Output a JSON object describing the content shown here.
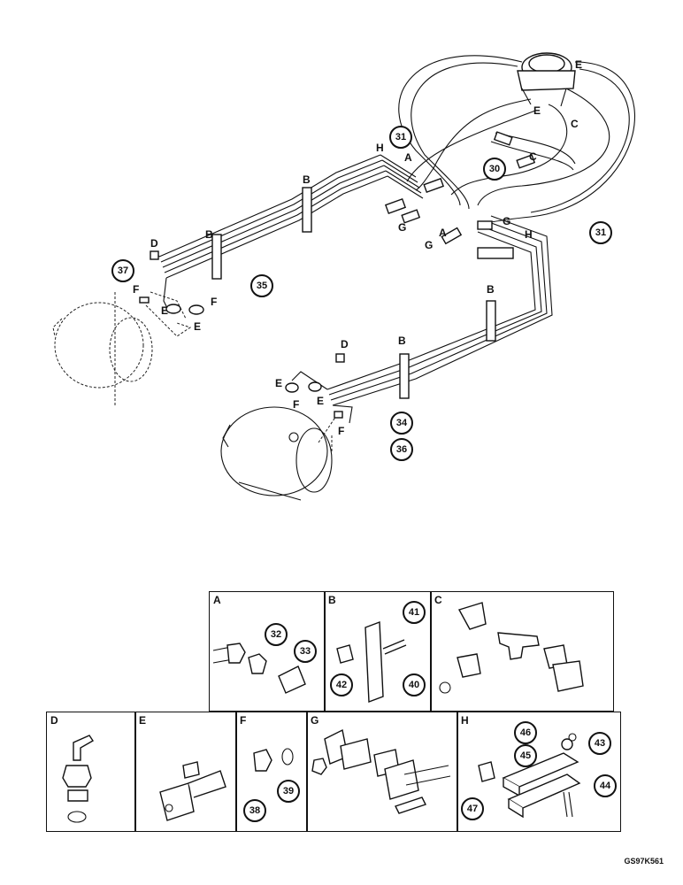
{
  "main_diagram": {
    "callouts": [
      "31",
      "30",
      "31",
      "35",
      "37",
      "34",
      "36"
    ],
    "letters": [
      "E",
      "E",
      "C",
      "C",
      "A",
      "H",
      "B",
      "B",
      "D",
      "F",
      "E",
      "F",
      "E",
      "G",
      "A",
      "G",
      "G",
      "H",
      "B",
      "B",
      "D",
      "E",
      "F",
      "E",
      "F"
    ]
  },
  "detail_panels": {
    "A": {
      "label": "A",
      "callouts": [
        "32",
        "33"
      ]
    },
    "B": {
      "label": "B",
      "callouts": [
        "41",
        "42",
        "40"
      ]
    },
    "C": {
      "label": "C",
      "callouts": []
    },
    "D": {
      "label": "D",
      "callouts": []
    },
    "E": {
      "label": "E",
      "callouts": []
    },
    "F": {
      "label": "F",
      "callouts": [
        "38",
        "39"
      ]
    },
    "G": {
      "label": "G",
      "callouts": []
    },
    "H": {
      "label": "H",
      "callouts": [
        "46",
        "45",
        "43",
        "47",
        "44"
      ]
    }
  },
  "drawing_code": "GS97K561"
}
